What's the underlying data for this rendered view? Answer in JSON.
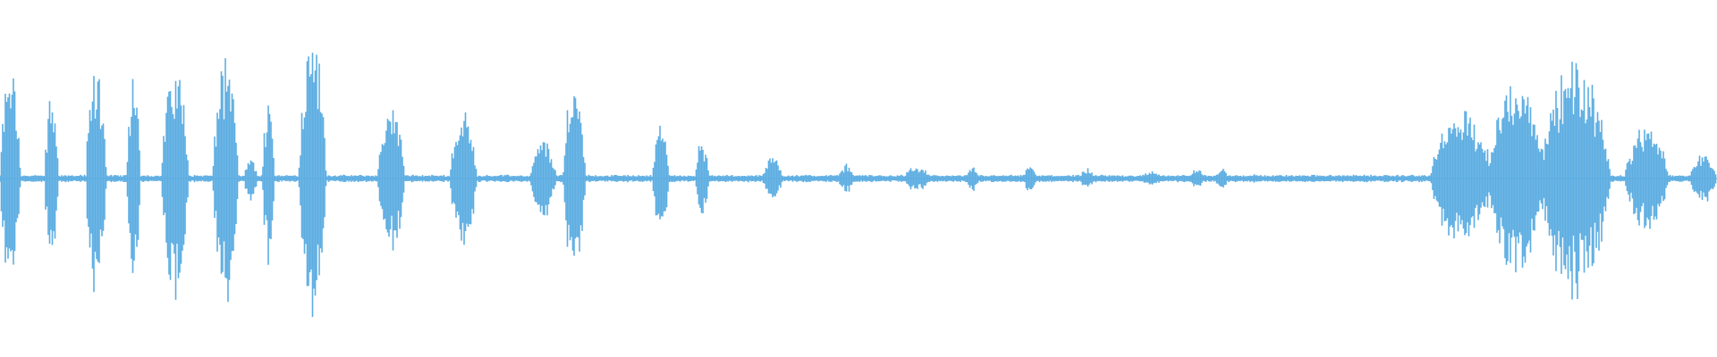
{
  "waveform": {
    "color": "#5dade2",
    "baseline_color": "#5dade2",
    "amplitude_range": [
      -1,
      1
    ],
    "bursts": [
      {
        "start": 0.0,
        "end": 0.012,
        "peak": 0.62
      },
      {
        "start": 0.026,
        "end": 0.034,
        "peak": 0.48
      },
      {
        "start": 0.05,
        "end": 0.062,
        "peak": 0.64
      },
      {
        "start": 0.074,
        "end": 0.082,
        "peak": 0.63
      },
      {
        "start": 0.094,
        "end": 0.11,
        "peak": 0.66
      },
      {
        "start": 0.124,
        "end": 0.139,
        "peak": 0.68
      },
      {
        "start": 0.142,
        "end": 0.15,
        "peak": 0.12
      },
      {
        "start": 0.153,
        "end": 0.16,
        "peak": 0.51
      },
      {
        "start": 0.174,
        "end": 0.19,
        "peak": 0.84
      },
      {
        "start": 0.22,
        "end": 0.236,
        "peak": 0.42
      },
      {
        "start": 0.262,
        "end": 0.278,
        "peak": 0.38
      },
      {
        "start": 0.309,
        "end": 0.324,
        "peak": 0.22
      },
      {
        "start": 0.328,
        "end": 0.341,
        "peak": 0.58
      },
      {
        "start": 0.38,
        "end": 0.39,
        "peak": 0.3
      },
      {
        "start": 0.405,
        "end": 0.413,
        "peak": 0.22
      },
      {
        "start": 0.444,
        "end": 0.456,
        "peak": 0.12
      },
      {
        "start": 0.488,
        "end": 0.498,
        "peak": 0.08
      },
      {
        "start": 0.526,
        "end": 0.542,
        "peak": 0.07
      },
      {
        "start": 0.563,
        "end": 0.57,
        "peak": 0.07
      },
      {
        "start": 0.596,
        "end": 0.604,
        "peak": 0.08
      },
      {
        "start": 0.629,
        "end": 0.637,
        "peak": 0.06
      },
      {
        "start": 0.663,
        "end": 0.678,
        "peak": 0.04
      },
      {
        "start": 0.692,
        "end": 0.702,
        "peak": 0.05
      },
      {
        "start": 0.708,
        "end": 0.715,
        "peak": 0.07
      },
      {
        "start": 0.728,
        "end": 0.732,
        "peak": 0.03
      },
      {
        "start": 0.833,
        "end": 0.87,
        "peak": 0.38
      },
      {
        "start": 0.867,
        "end": 0.9,
        "peak": 0.6
      },
      {
        "start": 0.897,
        "end": 0.938,
        "peak": 0.66
      },
      {
        "start": 0.946,
        "end": 0.972,
        "peak": 0.28
      },
      {
        "start": 0.984,
        "end": 1.0,
        "peak": 0.14
      }
    ]
  }
}
